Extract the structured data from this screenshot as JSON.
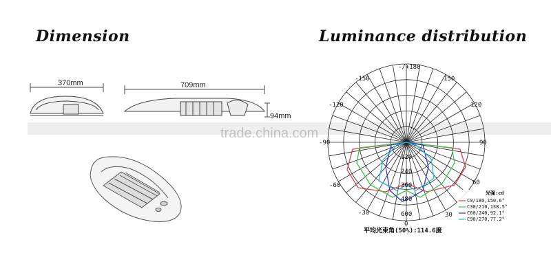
{
  "headings": {
    "dimension": "Dimension",
    "luminance": "Luminance distribution"
  },
  "dimensions": {
    "width_label": "370mm",
    "length_label": "709mm",
    "height_label": "94mm"
  },
  "watermark": "trade.china.com",
  "polar": {
    "angle_labels": {
      "top": "-/+180",
      "left_150": "-150",
      "right_150": "150",
      "left_120": "-120",
      "right_120": "120",
      "left_90": "-90",
      "right_90": "90",
      "left_60": "-60",
      "right_60": "60",
      "left_30": "-30",
      "right_30": "30",
      "bottom": "0"
    },
    "radial_labels": [
      "120",
      "240",
      "360",
      "480",
      "600"
    ],
    "legend_title": "光强:cd",
    "legend_items": [
      {
        "label": "C0/180,150.6°",
        "color": "#e0404a"
      },
      {
        "label": "C30/210,138.5°",
        "color": "#3fc04f"
      },
      {
        "label": "C60/240,92.1°",
        "color": "#2f38c8"
      },
      {
        "label": "C90/270,77.2°",
        "color": "#27b6d8"
      }
    ],
    "beam_angle": "平均光束角(50%):114.6度"
  }
}
